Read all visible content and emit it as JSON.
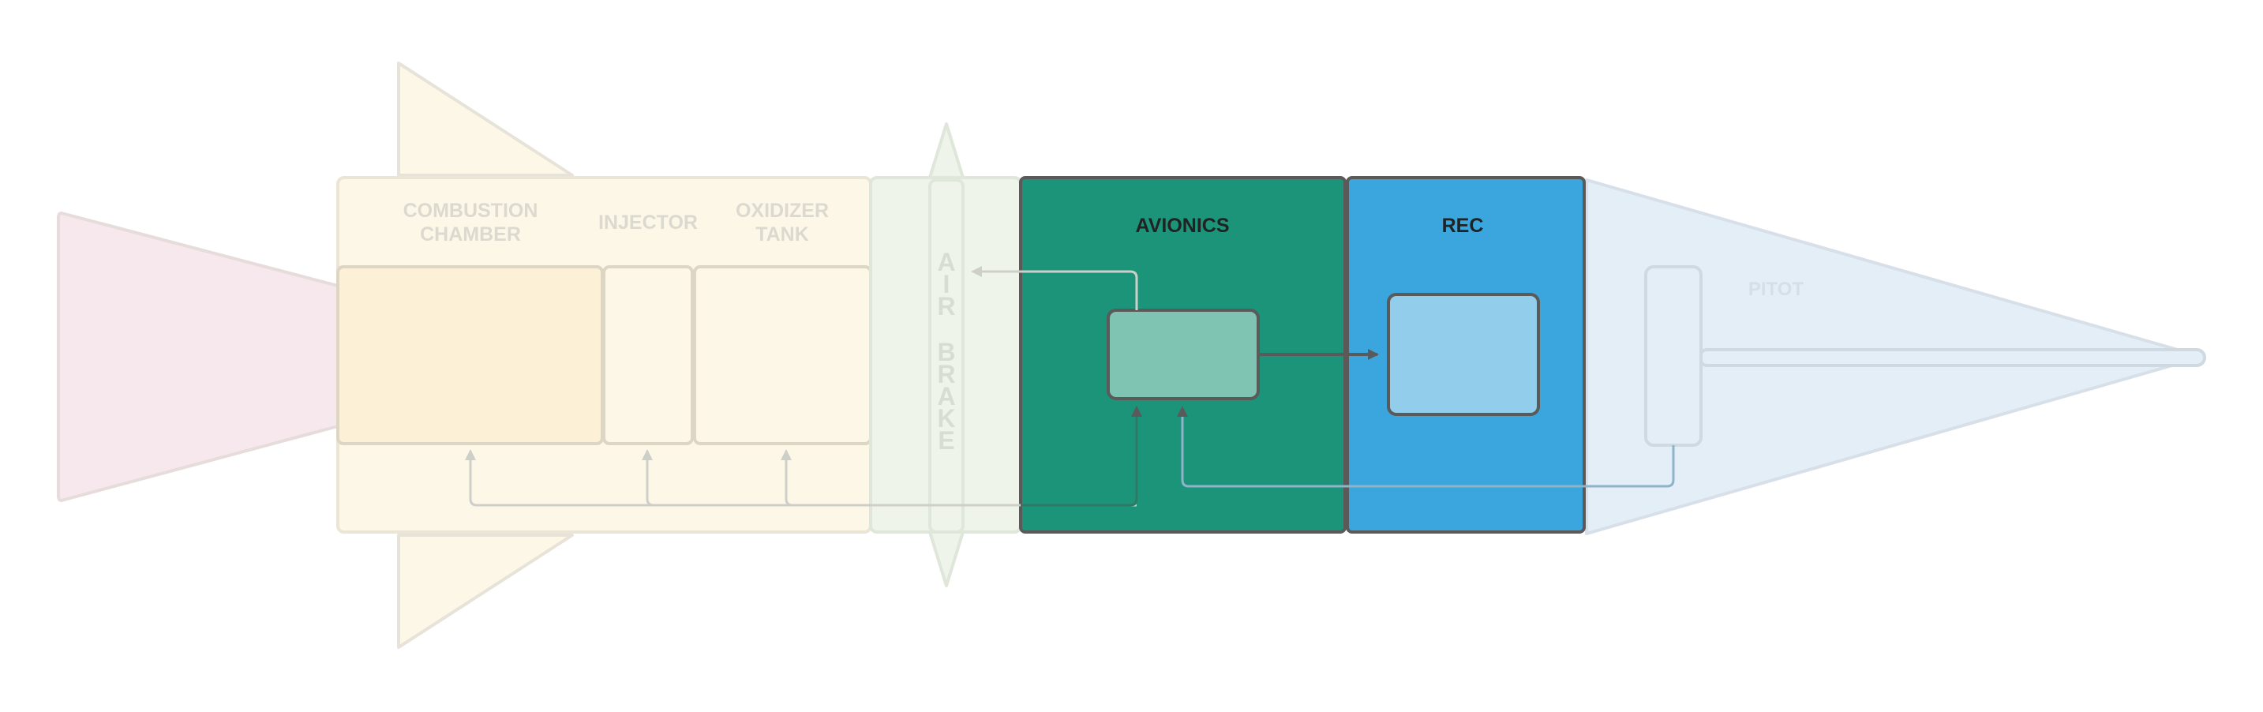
{
  "labels": {
    "combustion_line1": "COMBUSTION",
    "combustion_line2": "CHAMBER",
    "injector": "INJECTOR",
    "oxidizer_line1": "OXIDIZER",
    "oxidizer_line2": "TANK",
    "air_brake_letters": [
      "A",
      "I",
      "R",
      "B",
      "R",
      "A",
      "K",
      "E"
    ],
    "avionics": "AVIONICS",
    "rec": "REC",
    "pitot": "PITOT"
  },
  "colors": {
    "avionics_fill": "#1b947a",
    "avionics_inner": "#7fc3b3",
    "rec_fill": "#3ba6de",
    "rec_inner": "#92ceeb",
    "dark_stroke": "#5a5a5a",
    "faded_nozzle": "#f6e8ec",
    "faded_propulsion": "#fdf7e8",
    "faded_chamber": "#fcf1d6",
    "faded_airbrake": "#eef4ea",
    "faded_nose": "#e3eef7",
    "faded_label": "#dcd9cf"
  }
}
